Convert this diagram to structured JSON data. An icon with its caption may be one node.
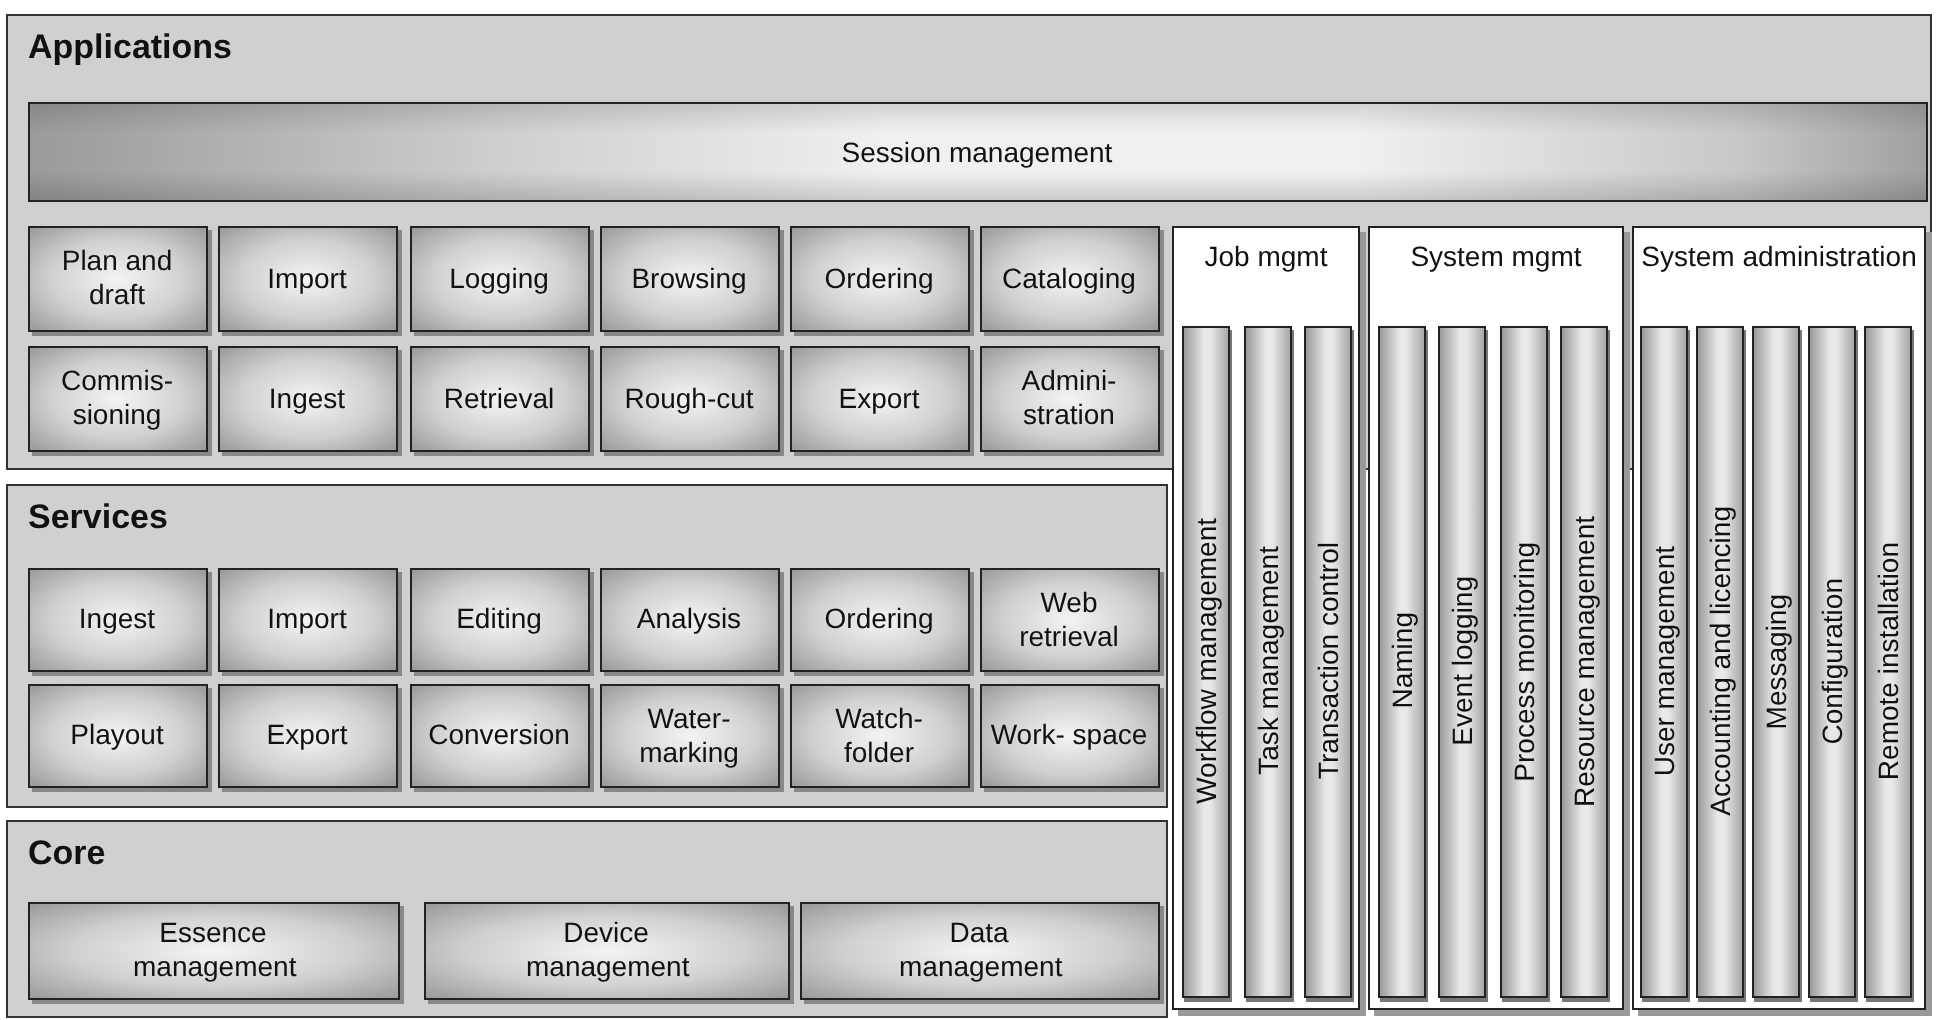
{
  "diagram": {
    "nodes": [
      {
        "text": [
          "Applications"
        ]
      },
      {
        "text": [
          "Session management"
        ],
        "in": 0
      },
      {
        "text": [
          "Plan and draft"
        ],
        "in": 0
      },
      {
        "text": [
          "Import"
        ],
        "in": 0
      },
      {
        "text": [
          "Logging"
        ],
        "in": 0
      },
      {
        "text": [
          "Browsing"
        ],
        "in": 0
      },
      {
        "text": [
          "Ordering"
        ],
        "in": 0
      },
      {
        "text": [
          "Cataloging"
        ],
        "in": 0
      },
      {
        "text": [
          "Commis- sioning"
        ],
        "in": 0
      },
      {
        "text": [
          "Ingest"
        ],
        "in": 0
      },
      {
        "text": [
          "Retrieval"
        ],
        "in": 0
      },
      {
        "text": [
          "Rough-cut"
        ],
        "in": 0
      },
      {
        "text": [
          "Export"
        ],
        "in": 0
      },
      {
        "text": [
          "Admini- stration"
        ],
        "in": 0
      },
      {
        "text": [
          "Services"
        ]
      },
      {
        "text": [
          "Ingest"
        ],
        "in": 14
      },
      {
        "text": [
          "Import"
        ],
        "in": 14
      },
      {
        "text": [
          "Editing"
        ],
        "in": 14
      },
      {
        "text": [
          "Analysis"
        ],
        "in": 14
      },
      {
        "text": [
          "Ordering"
        ],
        "in": 14
      },
      {
        "text": [
          "Web retrieval"
        ],
        "in": 14
      },
      {
        "text": [
          "Playout"
        ],
        "in": 14
      },
      {
        "text": [
          "Export"
        ],
        "in": 14
      },
      {
        "text": [
          "Conversion"
        ],
        "in": 14
      },
      {
        "text": [
          "Water- marking"
        ],
        "in": 14
      },
      {
        "text": [
          "Watch- folder"
        ],
        "in": 14
      },
      {
        "text": [
          "Work- space"
        ],
        "in": 14
      },
      {
        "text": [
          "Core"
        ]
      },
      {
        "text": [
          "Essence management"
        ],
        "in": 27
      },
      {
        "text": [
          "Device management"
        ],
        "in": 27
      },
      {
        "text": [
          "Data management"
        ],
        "in": 27
      },
      {
        "text": [
          "Job mgmt"
        ]
      },
      {
        "text": [
          "Workflow management"
        ],
        "in": 31
      },
      {
        "text": [
          "Task management"
        ],
        "in": 31
      },
      {
        "text": [
          "Transaction control"
        ],
        "in": 31
      },
      {
        "text": [
          "System mgmt"
        ]
      },
      {
        "text": [
          "Naming"
        ],
        "in": 35
      },
      {
        "text": [
          "Event logging"
        ],
        "in": 35
      },
      {
        "text": [
          "Process monitoring"
        ],
        "in": 35
      },
      {
        "text": [
          "Resource management"
        ],
        "in": 35
      },
      {
        "text": [
          "System administration"
        ]
      },
      {
        "text": [
          "User management"
        ],
        "in": 40
      },
      {
        "text": [
          "Accounting and licencing"
        ],
        "in": 40
      },
      {
        "text": [
          "Messaging"
        ],
        "in": 40
      },
      {
        "text": [
          "Configuration"
        ],
        "in": 40
      },
      {
        "text": [
          "Remote installation"
        ],
        "in": 40
      }
    ]
  }
}
